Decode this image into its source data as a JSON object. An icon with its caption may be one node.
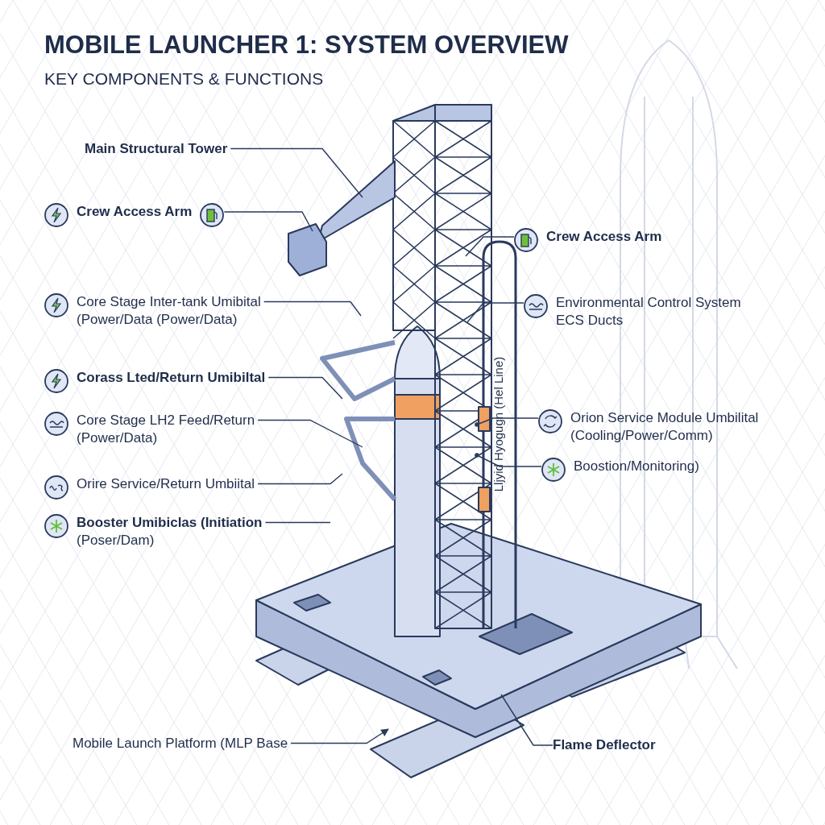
{
  "diagram": {
    "title": "MOBILE LAUNCHER 1: SYSTEM OVERVIEW",
    "nodes": [
      {
        "text": [
          "Main Structural Tower"
        ]
      },
      {
        "text": [
          "Crew Access Arm"
        ]
      },
      {
        "text": [
          "Crew Access Arm"
        ]
      },
      {
        "text": [
          "Core Stage Inter-tank Umibital (Power/Data (Power/Data)"
        ]
      },
      {
        "text": [
          "Environmental Control System ECS Ducts"
        ]
      },
      {
        "text": [
          "Corass Lted/Return Umibiltal"
        ]
      },
      {
        "text": [
          "Core Stage LH2 Feed/Return (Power/Data)"
        ]
      },
      {
        "text": [
          "Orion Service Module Umbilital (Cooling/Power/Comm)"
        ]
      },
      {
        "text": [
          "Boostion/Monitoring)"
        ]
      },
      {
        "text": [
          "Orire Service/Return Umbiital"
        ]
      },
      {
        "text": [
          "Booster Umibiclas (Initiation",
          "(Poser/Dam)"
        ]
      },
      {
        "text": [
          "Mobile Launch Platform (MLP Base"
        ]
      },
      {
        "text": [
          "Flame Deflector"
        ]
      }
    ],
    "edges": [
      {
        "from": 0,
        "to": null,
        "arrow": "none"
      },
      {
        "from": 1,
        "to": null,
        "arrow": "none"
      },
      {
        "from": 2,
        "to": null,
        "arrow": "none"
      },
      {
        "from": 3,
        "to": null,
        "arrow": "none"
      },
      {
        "from": 4,
        "to": null,
        "arrow": "none"
      },
      {
        "from": 5,
        "to": null,
        "arrow": "none"
      },
      {
        "from": 6,
        "to": null,
        "arrow": "none"
      },
      {
        "from": 7,
        "to": null,
        "arrow": "other"
      },
      {
        "from": 8,
        "to": null,
        "arrow": "other"
      },
      {
        "from": 9,
        "to": null,
        "arrow": "none"
      },
      {
        "from": 10,
        "to": null,
        "arrow": "none"
      },
      {
        "from": 11,
        "to": null,
        "arrow": "to"
      },
      {
        "from": 12,
        "to": null,
        "arrow": "none"
      }
    ],
    "labels": [
      "KEY COMPONENTS & FUNCTIONS",
      "Lljyid Hyogugn (Hel Line)"
    ]
  }
}
